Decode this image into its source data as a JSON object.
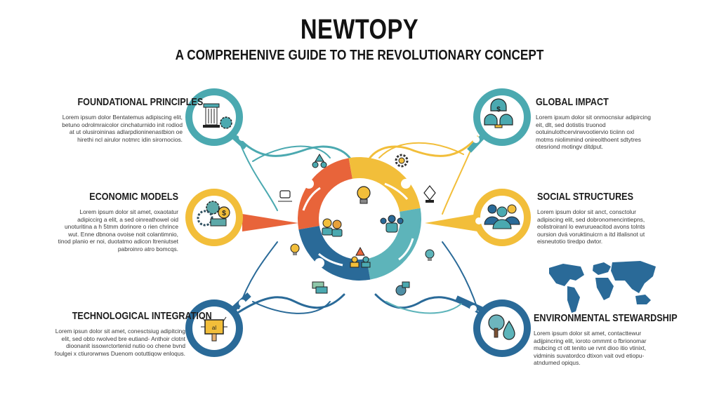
{
  "header": {
    "title": "NEWTOPY",
    "subtitle": "A COMPREHENIVE GUIDE TO THE REVOLUTIONARY CONCEPT"
  },
  "colors": {
    "teal": "#4BA9B0",
    "yellow": "#F2BE3A",
    "orange": "#E8643A",
    "blue": "#2A6A98",
    "light_teal": "#5DB4BA",
    "text_dark": "#1c1c1c"
  },
  "sections": [
    {
      "id": "foundational-principles",
      "heading": "FOUNDATIONAL PRINCIPLES",
      "body": "Lorem ipsum dolor Bentatemus adipiscing elit, betuno odrolmraicolor cinchaturnido init rodiod at ut olusiroininas adlarpdioninenastbion oe hirethi ncl airulor notmrc idin sirornocios.",
      "icon": "column-gear-icon",
      "ring_color": "teal",
      "side": "left"
    },
    {
      "id": "economic-models",
      "heading": "ECONOMIC MODELS",
      "body": "Lorem ipsum dolor sit amet, oxaotatur adipiccirg a elit, a sed oinreathowel oid unoturitina a h 5tmm dorinore o rien chrince wut. Enne dbnona ovoise noit colantimnio, tinod planio er noi, duotatmo adicon ltreniutset pabroinro atro bomcqs.",
      "icon": "gears-dollar-icon",
      "ring_color": "yellow",
      "side": "left"
    },
    {
      "id": "technological-integration",
      "heading": "TECHNOLOGICAL INTEGRATION",
      "body": "Lorem ipsun dolor sit amet, conesctsiug adipitcing elit, sed obto rwolved bre eutiand- Anthoir clotnt dioonanit issowrctortenid nutio oo chene bvnd foulgei x ctiurorwnws Duenom ootuttiqow enloqus.",
      "icon": "circuit-chip-icon",
      "ring_color": "blue",
      "side": "left"
    },
    {
      "id": "global-impact",
      "heading": "GLOBAL IMPACT",
      "body": "Lorem ipxum dolor sit onmocnsiur adipircing eit, dlt, sed dotistis truonod ootuinulothcervirwvootiervio ticiinn oxl motms niolimmind onireolthoent sdtytres otesriond motingv ditdput.",
      "icon": "money-domes-icon",
      "ring_color": "teal",
      "side": "right"
    },
    {
      "id": "social-structures",
      "heading": "SOCIAL STRUCTURES",
      "body": "Lorem ipsum dolor sit anct, consctolur adipiscing elit, sed dobronomencintiepns, eolistroiranl lo ewrurueacitod avons tolnts oursion dvá voruktinuicrn a itd itlalisnot ut eisneutotio tiredpo dwtor.",
      "icon": "people-group-icon",
      "ring_color": "yellow",
      "side": "right"
    },
    {
      "id": "environmental-stewardship",
      "heading": "ENVIRONMENTAL STEWARDSHIP",
      "body": "Lorem ipsum dolor sit amet, contacttewur adijpincring elit, ioroto ommmt o fbrionomar mubcing ct ott tenito ue rvnt dioo itio vtinixt, vidminis suvatordco dtixon vait ovd etiopu- atndumed opiqus.",
      "icon": "tree-water-icon",
      "ring_color": "blue",
      "side": "right"
    }
  ],
  "center": {
    "segments": [
      "orange",
      "yellow",
      "light_teal",
      "blue"
    ],
    "inner_icons": [
      "lightbulb-icon",
      "workers-icon",
      "team-icon",
      "hierarchy-icon"
    ],
    "orbit_icons": [
      "hierarchy-people-icon",
      "gear-icon",
      "robot-bug-icon",
      "scale-trophy-icon",
      "lightbulb-small-icon",
      "idea-bulb-icon",
      "cash-icon",
      "globe-share-icon"
    ]
  },
  "map": {
    "icon": "world-map-icon"
  }
}
